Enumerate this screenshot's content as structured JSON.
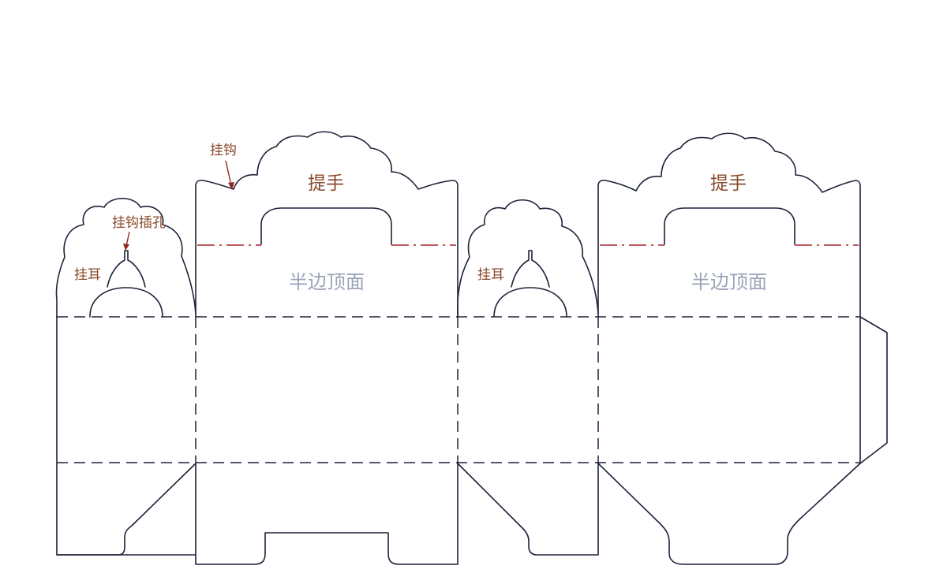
{
  "labels": {
    "hook": "挂钩",
    "hook_slot": "挂钩插孔",
    "ear_left": "挂耳",
    "ear_right": "挂耳",
    "handle_left": "提手",
    "handle_right": "提手",
    "top_left": "半边顶面",
    "top_right": "半边顶面"
  },
  "colors": {
    "cut_line": "#1c2238",
    "fold_line": "#1c2238",
    "crease_line": "#a8262a",
    "annotation_text": "#8a4a2b",
    "panel_text": "#9aa3b8"
  }
}
